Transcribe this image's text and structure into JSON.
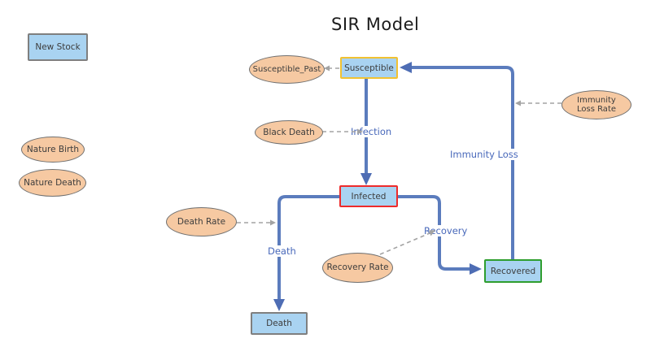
{
  "title": "SIR Model",
  "diagram": {
    "stocks": {
      "new_stock": {
        "label": "New Stock"
      },
      "susceptible": {
        "label": "Susceptible"
      },
      "infected": {
        "label": "Infected"
      },
      "recovered": {
        "label": "Recovered"
      },
      "death": {
        "label": "Death"
      }
    },
    "variables": {
      "susceptible_past": {
        "label": "Susceptible_Past"
      },
      "black_death": {
        "label": "Black Death"
      },
      "nature_birth": {
        "label": "Nature Birth"
      },
      "nature_death": {
        "label": "Nature Death"
      },
      "death_rate": {
        "label": "Death Rate"
      },
      "recovery_rate": {
        "label": "Recovery Rate"
      },
      "immunity_loss_rate": {
        "label": "Immunity Loss Rate"
      }
    },
    "flows": {
      "infection": {
        "label": "Infection"
      },
      "death_flow": {
        "label": "Death"
      },
      "recovery": {
        "label": "Recovery"
      },
      "immunity_loss": {
        "label": "Immunity Loss"
      }
    }
  },
  "colors": {
    "stock_fill": "#a9d3f1",
    "stock_border_default": "#7f7f7f",
    "stock_border_susceptible": "#f1c232",
    "stock_border_infected": "#ee2b2b",
    "stock_border_recovered": "#2f9e2f",
    "variable_fill": "#f6c9a2",
    "variable_border": "#707070",
    "flow_line": "#5b7cbd",
    "dashed_line": "#a3a3a3",
    "flow_label_text": "#4868ba",
    "node_text": "#3d3d3d",
    "background": "#ffffff"
  }
}
